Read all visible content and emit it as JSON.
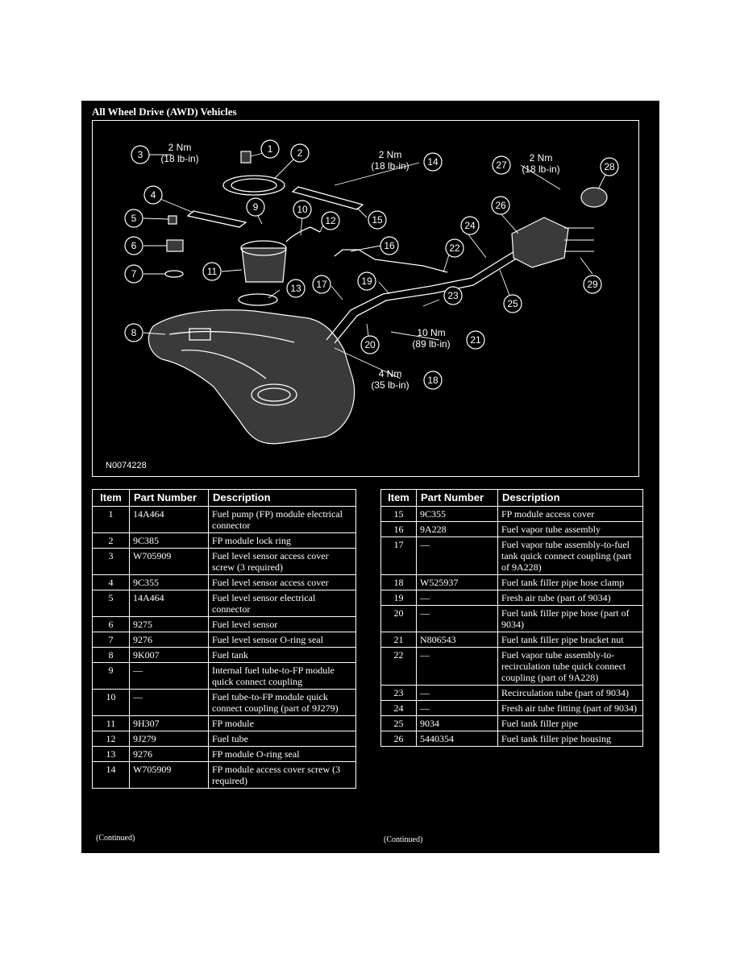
{
  "page_title": "All Wheel Drive (AWD) Vehicles",
  "figure": {
    "id": "N0074228",
    "callouts": [
      "1",
      "2",
      "3",
      "4",
      "5",
      "6",
      "7",
      "8",
      "9",
      "10",
      "11",
      "12",
      "13",
      "14",
      "15",
      "16",
      "17",
      "18",
      "19",
      "20",
      "21",
      "22",
      "23",
      "24",
      "25",
      "26",
      "27",
      "28",
      "29"
    ],
    "torque_specs": [
      {
        "callout": "3",
        "nm": "2 Nm",
        "lbin": "(18 lb-in)"
      },
      {
        "callout": "14",
        "nm": "2 Nm",
        "lbin": "(18 lb-in)"
      },
      {
        "callout": "27",
        "nm": "2 Nm",
        "lbin": "(18 lb-in)"
      },
      {
        "callout": "21",
        "nm": "10 Nm",
        "lbin": "(89 lb-in)"
      },
      {
        "callout": "18",
        "nm": "4 Nm",
        "lbin": "(35 lb-in)"
      }
    ]
  },
  "table_headers": {
    "item": "Item",
    "part_number": "Part Number",
    "description": "Description"
  },
  "left_table": [
    {
      "item": "1",
      "part_number": "14A464",
      "description": "Fuel pump (FP) module electrical connector"
    },
    {
      "item": "2",
      "part_number": "9C385",
      "description": "FP module lock ring"
    },
    {
      "item": "3",
      "part_number": "W705909",
      "description": "Fuel level sensor access cover screw (3 required)"
    },
    {
      "item": "4",
      "part_number": "9C355",
      "description": "Fuel level sensor access cover"
    },
    {
      "item": "5",
      "part_number": "14A464",
      "description": "Fuel level sensor electrical connector"
    },
    {
      "item": "6",
      "part_number": "9275",
      "description": "Fuel level sensor"
    },
    {
      "item": "7",
      "part_number": "9276",
      "description": "Fuel level sensor O-ring seal"
    },
    {
      "item": "8",
      "part_number": "9K007",
      "description": "Fuel tank"
    },
    {
      "item": "9",
      "part_number": "—",
      "description": "Internal fuel tube-to-FP module quick connect coupling"
    },
    {
      "item": "10",
      "part_number": "—",
      "description": "Fuel tube-to-FP module quick connect coupling (part of 9J279)"
    },
    {
      "item": "11",
      "part_number": "9H307",
      "description": "FP module"
    },
    {
      "item": "12",
      "part_number": "9J279",
      "description": "Fuel tube"
    },
    {
      "item": "13",
      "part_number": "9276",
      "description": "FP module O-ring seal"
    },
    {
      "item": "14",
      "part_number": "W705909",
      "description": "FP module access cover screw (3 required)"
    }
  ],
  "right_table": [
    {
      "item": "15",
      "part_number": "9C355",
      "description": "FP module access cover"
    },
    {
      "item": "16",
      "part_number": "9A228",
      "description": "Fuel vapor tube assembly"
    },
    {
      "item": "17",
      "part_number": "—",
      "description": "Fuel vapor tube assembly-to-fuel tank quick connect coupling (part of 9A228)"
    },
    {
      "item": "18",
      "part_number": "W525937",
      "description": "Fuel tank filler pipe hose clamp"
    },
    {
      "item": "19",
      "part_number": "—",
      "description": "Fresh air tube (part of 9034)"
    },
    {
      "item": "20",
      "part_number": "—",
      "description": "Fuel tank filler pipe hose (part of 9034)"
    },
    {
      "item": "21",
      "part_number": "N806543",
      "description": "Fuel tank filler pipe bracket nut"
    },
    {
      "item": "22",
      "part_number": "—",
      "description": "Fuel vapor tube assembly-to-recirculation tube quick connect coupling (part of 9A228)"
    },
    {
      "item": "23",
      "part_number": "—",
      "description": "Recirculation tube (part of 9034)"
    },
    {
      "item": "24",
      "part_number": "—",
      "description": "Fresh air tube fitting (part of 9034)"
    },
    {
      "item": "25",
      "part_number": "9034",
      "description": "Fuel tank filler pipe"
    },
    {
      "item": "26",
      "part_number": "5440354",
      "description": "Fuel tank filler pipe housing"
    }
  ],
  "continued_left": "(Continued)",
  "continued_right": "(Continued)"
}
